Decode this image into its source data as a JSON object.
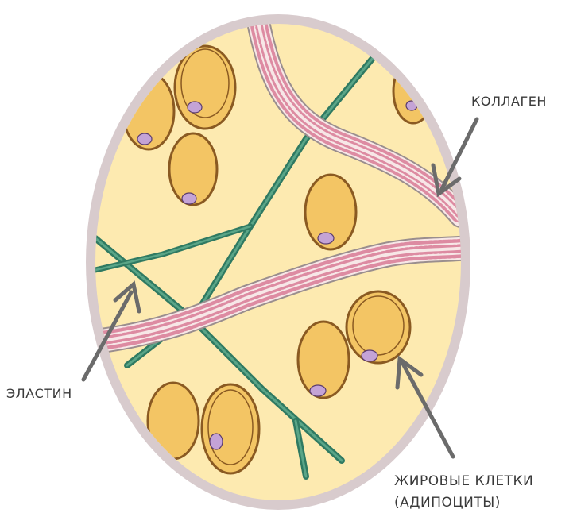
{
  "labels": {
    "collagen": "КОЛЛАГЕН",
    "elastin": "ЭЛАСТИН",
    "fat_cells_line1": "ЖИРОВЫЕ КЛЕТКИ",
    "fat_cells_line2": "(АДИПОЦИТЫ)"
  },
  "colors": {
    "rim": "#d8cbcd",
    "matrix": "#fdeab0",
    "cell_fill": "#f3c564",
    "cell_outline": "#8a5a22",
    "nucleus": "#c4a3d6",
    "elastin_fiber": "#2f7a62",
    "collagen_band": "#f7e7e7",
    "collagen_stripe": "#c9406a",
    "arrow": "#6b6b6b",
    "text": "#3a3a3a"
  },
  "parts": [
    "adipocyte",
    "elastin-fiber",
    "collagen-fiber"
  ]
}
